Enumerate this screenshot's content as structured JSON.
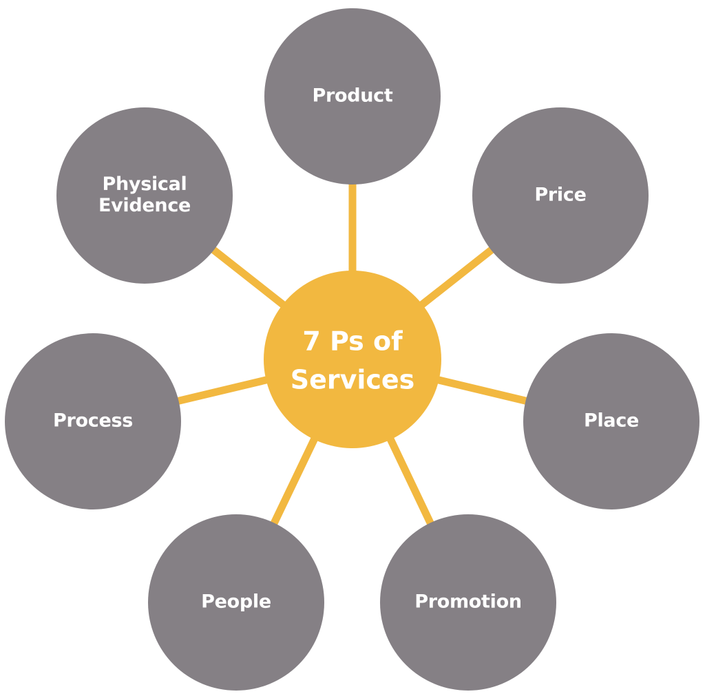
{
  "diagram": {
    "center": {
      "lines": [
        "7 Ps of",
        "Services"
      ]
    },
    "nodes": [
      {
        "id": "product",
        "lines": [
          "Product"
        ]
      },
      {
        "id": "price",
        "lines": [
          "Price"
        ]
      },
      {
        "id": "place",
        "lines": [
          "Place"
        ]
      },
      {
        "id": "promotion",
        "lines": [
          "Promotion"
        ]
      },
      {
        "id": "people",
        "lines": [
          "People"
        ]
      },
      {
        "id": "process",
        "lines": [
          "Process"
        ]
      },
      {
        "id": "physical-evidence",
        "lines": [
          "Physical",
          "Evidence"
        ]
      }
    ],
    "colors": {
      "center_fill": "#f2b840",
      "node_fill": "#858085",
      "connector": "#f2b840",
      "label": "#ffffff"
    }
  }
}
